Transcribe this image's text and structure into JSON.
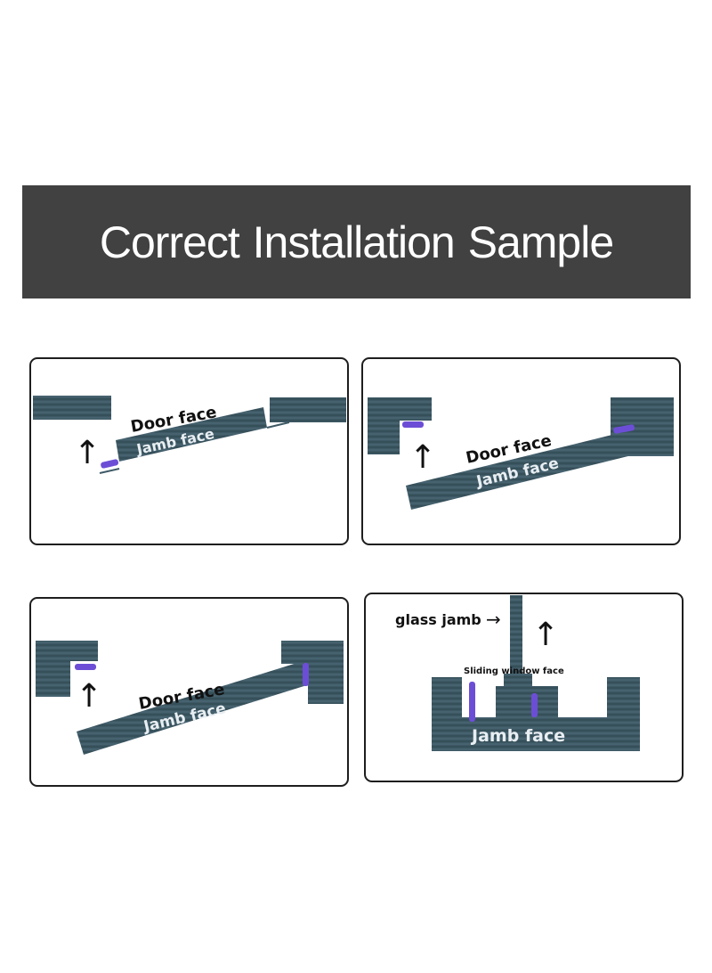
{
  "header": {
    "title": "Correct Installation Sample"
  },
  "colors": {
    "banner_bg": "#414141",
    "board": "#3e5965",
    "board_dark": "#30474f",
    "seal_strip": "#6c4ed6",
    "outline": "#1e1e1e"
  },
  "icons": {
    "direction_arrow": "up-arrow-icon",
    "pointer_arrow": "right-arrow-icon"
  },
  "panels": [
    {
      "labels": {
        "door": "Door face",
        "jamb": "Jamb face"
      }
    },
    {
      "labels": {
        "door": "Door face",
        "jamb": "Jamb face"
      }
    },
    {
      "labels": {
        "door": "Door face",
        "jamb": "Jamb face"
      }
    },
    {
      "labels": {
        "glass": "glass jamb",
        "sliding": "Sliding window face",
        "jamb": "Jamb face"
      }
    }
  ]
}
